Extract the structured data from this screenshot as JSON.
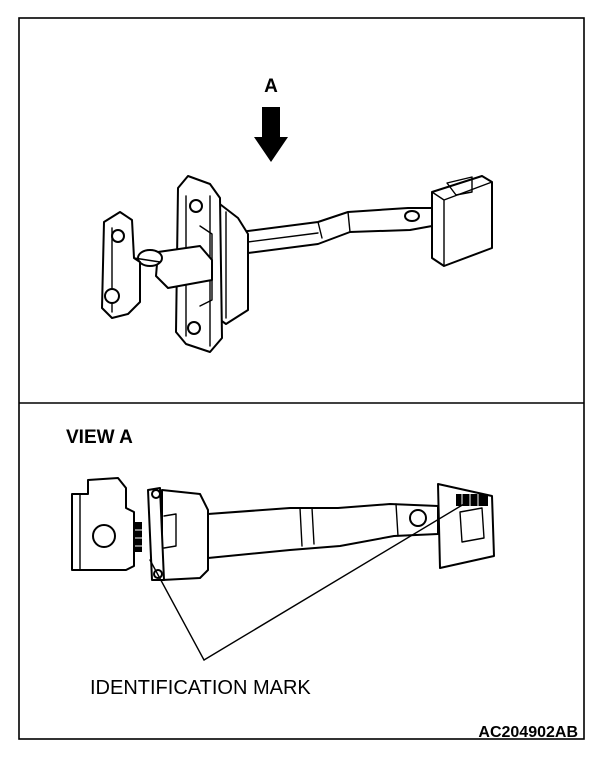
{
  "figure": {
    "view_arrow_label": "A",
    "view_title": "VIEW A",
    "callout_label": "IDENTIFICATION MARK",
    "reference_code": "AC204902AB"
  }
}
